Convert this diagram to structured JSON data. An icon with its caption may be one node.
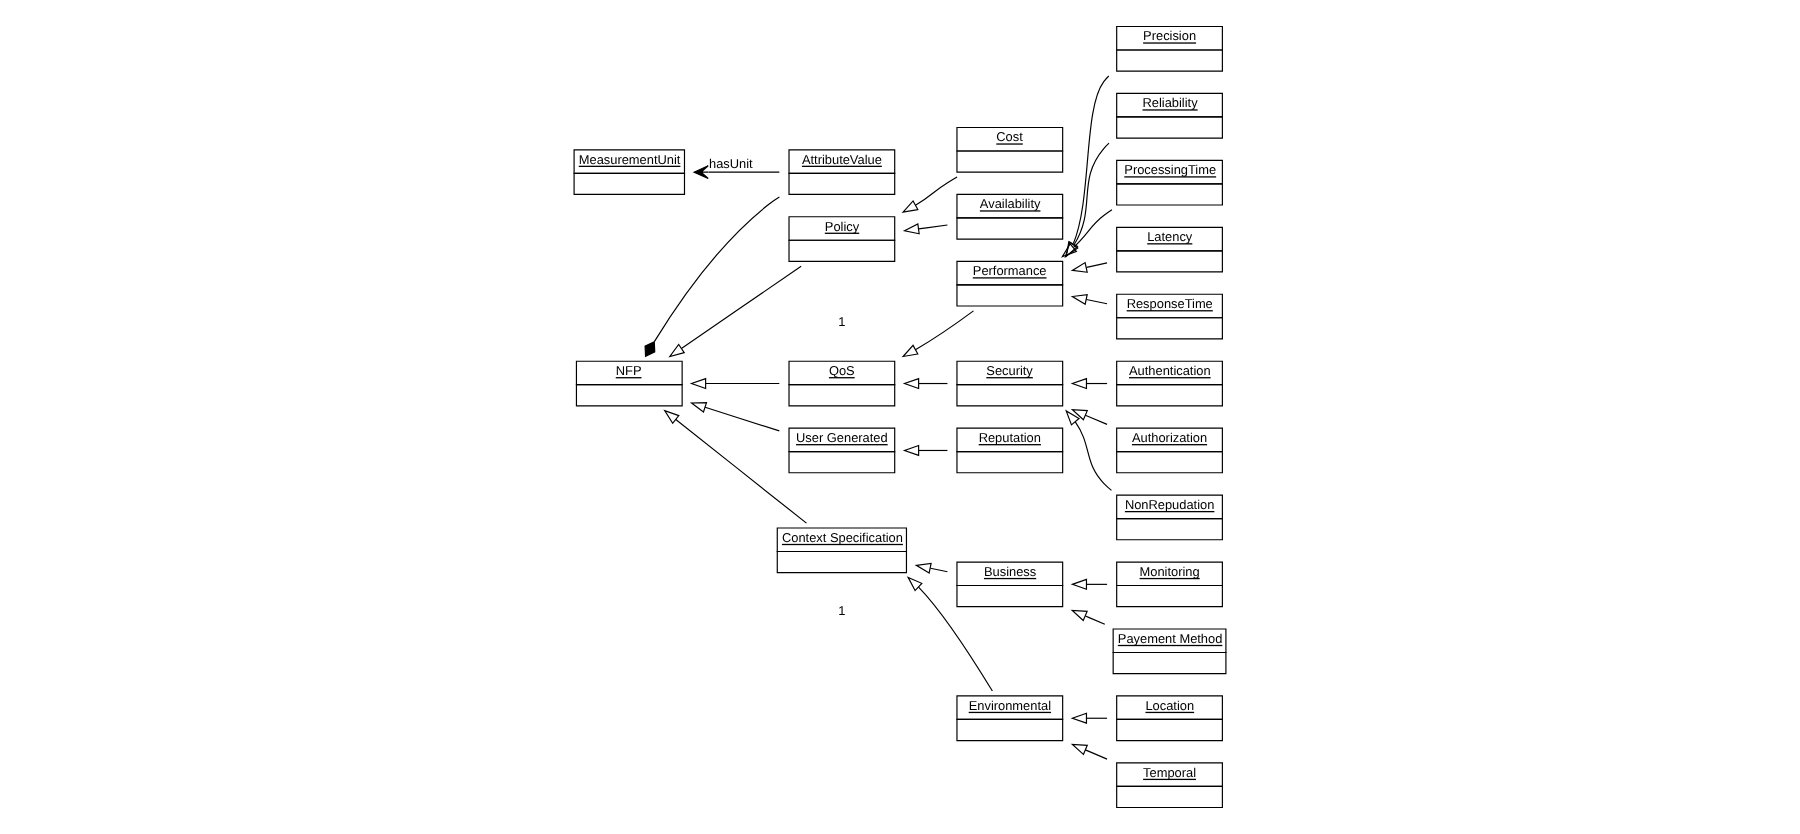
{
  "diagram": {
    "nodes": [
      {
        "text": [
          "Monitoring"
        ]
      },
      {
        "text": [
          "Temporal"
        ]
      },
      {
        "text": [
          "Business"
        ]
      },
      {
        "text": [
          "Environmental"
        ]
      },
      {
        "text": [
          "Payement Method"
        ]
      },
      {
        "text": [
          "Location"
        ]
      },
      {
        "text": [
          "MeasurementUnit"
        ]
      },
      {
        "text": [
          "Context Specification"
        ]
      },
      {
        "text": [
          "AttributeValue"
        ]
      },
      {
        "text": [
          "Availability"
        ]
      },
      {
        "text": [
          "Policy"
        ]
      },
      {
        "text": [
          "NFP"
        ]
      },
      {
        "text": [
          "User Generated"
        ]
      },
      {
        "text": [
          "Reputation"
        ]
      },
      {
        "text": [
          "Cost"
        ]
      },
      {
        "text": [
          "ProcessingTime"
        ]
      },
      {
        "text": [
          "Authorization"
        ]
      },
      {
        "text": [
          "Security"
        ]
      },
      {
        "text": [
          "QoS"
        ]
      },
      {
        "text": [
          "Performance"
        ]
      },
      {
        "text": [
          "Latency"
        ]
      },
      {
        "text": [
          "NonRepudation"
        ]
      },
      {
        "text": [
          "ResponseTime"
        ]
      },
      {
        "text": [
          "Authentication"
        ]
      },
      {
        "text": [
          "Precision"
        ]
      },
      {
        "text": [
          "Reliability"
        ]
      }
    ],
    "edges": [
      {
        "from": 0,
        "to": 2,
        "arrow": "to"
      },
      {
        "from": 4,
        "to": 2,
        "arrow": "to"
      },
      {
        "from": 2,
        "to": 7,
        "arrow": "to"
      },
      {
        "from": 3,
        "to": 7,
        "arrow": "to"
      },
      {
        "from": 1,
        "to": 3,
        "arrow": "to"
      },
      {
        "from": 5,
        "to": 3,
        "arrow": "to"
      },
      {
        "from": 7,
        "to": 11,
        "arrow": "to"
      },
      {
        "from": 8,
        "to": 6,
        "arrow": "to",
        "label": "hasUnit"
      },
      {
        "from": 8,
        "to": 11,
        "arrow": "other"
      },
      {
        "from": 9,
        "to": 10,
        "arrow": "to"
      },
      {
        "from": 14,
        "to": 10,
        "arrow": "to"
      },
      {
        "from": 10,
        "to": 11,
        "arrow": "to"
      },
      {
        "from": 12,
        "to": 11,
        "arrow": "to"
      },
      {
        "from": 13,
        "to": 12,
        "arrow": "to"
      },
      {
        "from": 18,
        "to": 11,
        "arrow": "to"
      },
      {
        "from": 17,
        "to": 18,
        "arrow": "to"
      },
      {
        "from": 19,
        "to": 18,
        "arrow": "to"
      },
      {
        "from": 16,
        "to": 17,
        "arrow": "to"
      },
      {
        "from": 21,
        "to": 17,
        "arrow": "to"
      },
      {
        "from": 23,
        "to": 17,
        "arrow": "to"
      },
      {
        "from": 24,
        "to": 19,
        "arrow": "to"
      },
      {
        "from": 25,
        "to": 19,
        "arrow": "to"
      },
      {
        "from": 15,
        "to": 19,
        "arrow": "to"
      },
      {
        "from": 20,
        "to": 19,
        "arrow": "to"
      },
      {
        "from": 22,
        "to": 19,
        "arrow": "to"
      }
    ],
    "labels": [
      "1",
      "1"
    ]
  }
}
